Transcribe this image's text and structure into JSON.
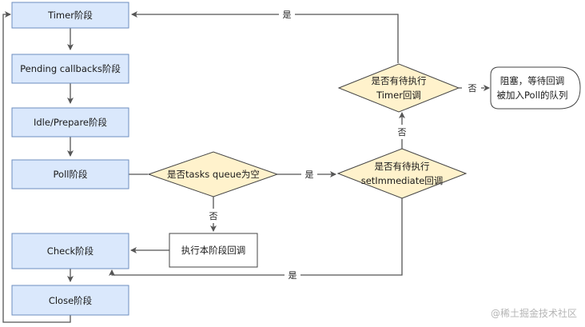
{
  "colors": {
    "process_fill": "#dae8fc",
    "process_stroke": "#6c8ebf",
    "decision_fill": "#fff2cc",
    "decision_stroke": "#444444",
    "terminal_fill": "#ffffff",
    "line": "#555555"
  },
  "phases": {
    "timer": "Timer阶段",
    "pending": "Pending callbacks阶段",
    "idle": "Idle/Prepare阶段",
    "poll": "Poll阶段",
    "check": "Check阶段",
    "close": "Close阶段"
  },
  "execute_box": "执行本阶段回调",
  "decisions": {
    "tasks_queue": "是否tasks queue为空",
    "set_immediate": [
      "是否有待执行",
      "setImmediate回调"
    ],
    "timer_pending": [
      "是否有待执行",
      "Timer回调"
    ]
  },
  "terminal": [
    "阻塞，等待回调",
    "被加入Poll的队列"
  ],
  "edge_labels": {
    "yes_top": "是",
    "yes_mid": "是",
    "yes_bottom": "是",
    "no_queue": "否",
    "no_immediate": "否",
    "no_timer": "否"
  },
  "watermark": "@稀土掘金技术社区"
}
